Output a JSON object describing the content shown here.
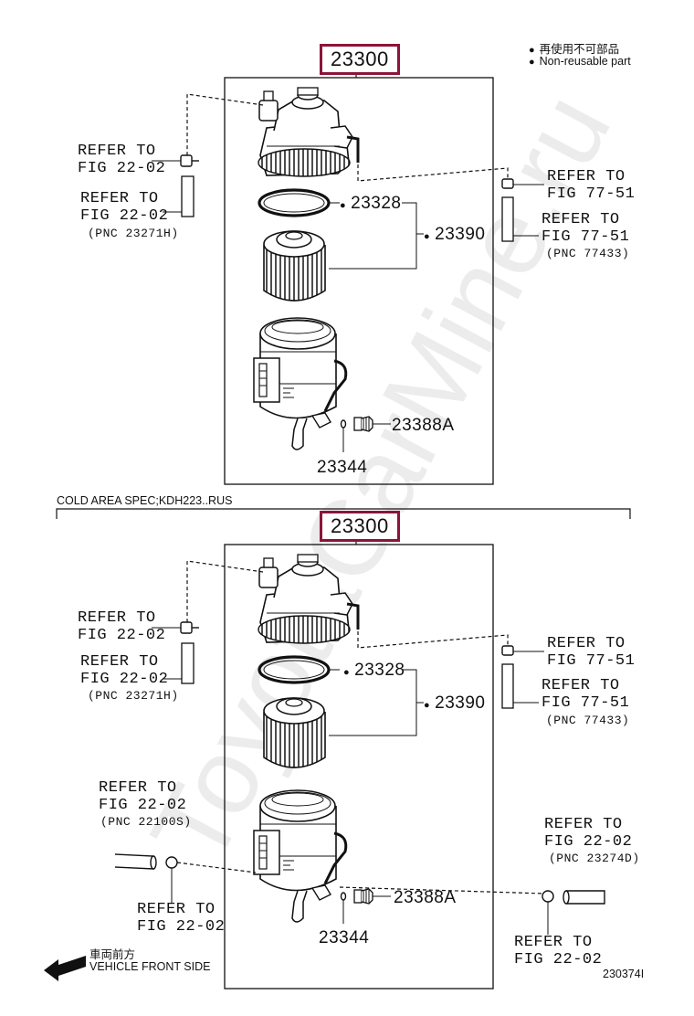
{
  "legend": {
    "jp": "再使用不可部品",
    "en": "Non-reusable part"
  },
  "watermark": "ToyotaCarMine.ru",
  "section_label": "COLD AREA SPEC;KDH223..RUS",
  "top": {
    "assembly": "23300",
    "part_23328": "23328",
    "part_23390": "23390",
    "part_23388a": "23388A",
    "part_23344": "23344",
    "ref_left_1": [
      "REFER TO",
      "FIG 22-02"
    ],
    "ref_left_2": [
      "REFER TO",
      "FIG 22-02"
    ],
    "pnc_left": "(PNC 23271H)",
    "ref_right_1": [
      "REFER TO",
      "FIG 77-51"
    ],
    "ref_right_2": [
      "REFER TO",
      "FIG 77-51"
    ],
    "pnc_right": "(PNC 77433)"
  },
  "bottom": {
    "assembly": "23300",
    "part_23328": "23328",
    "part_23390": "23390",
    "part_23388a": "23388A",
    "part_23344": "23344",
    "ref_left_1": [
      "REFER TO",
      "FIG 22-02"
    ],
    "ref_left_2": [
      "REFER TO",
      "FIG 22-02"
    ],
    "pnc_left": "(PNC 23271H)",
    "ref_right_1": [
      "REFER TO",
      "FIG 77-51"
    ],
    "ref_right_2": [
      "REFER TO",
      "FIG 77-51"
    ],
    "pnc_right": "(PNC 77433)",
    "ref_pipe_left": [
      "REFER TO",
      "FIG 22-02"
    ],
    "pnc_pipe_left": "(PNC 22100S)",
    "ref_joint_left": [
      "REFER TO",
      "FIG 22-02"
    ],
    "ref_pipe_right": [
      "REFER TO",
      "FIG 22-02"
    ],
    "pnc_pipe_right": "(PNC 23274D)",
    "ref_joint_right": [
      "REFER TO",
      "FIG 22-02"
    ]
  },
  "vehicle_front": {
    "jp": "車両前方",
    "en": "VEHICLE FRONT SIDE"
  },
  "illustration_id": "230374I"
}
